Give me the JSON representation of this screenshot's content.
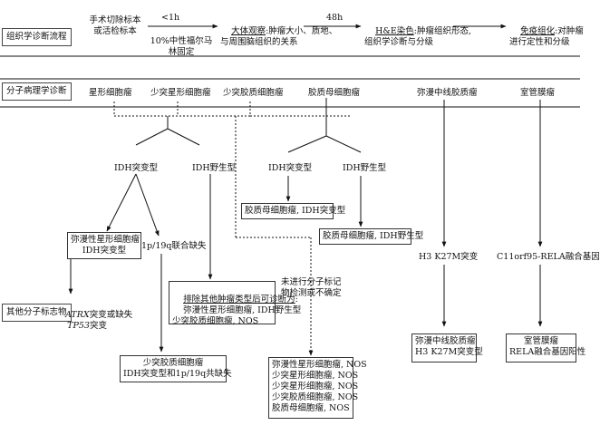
{
  "rows": {
    "histology": "组织学诊断流程",
    "molecular": "分子病理学诊断",
    "other_markers": "其他分子标志物"
  },
  "flow": {
    "step1": "手术切除标本\n或活检标本",
    "arrow1_label": "<1h",
    "fixation": "10%中性福尔马\n林固定",
    "step2_head": "大体观察",
    "step2_body": ":肿瘤大小、质地、\n与周围脑组织的关系",
    "arrow2_label": "48h",
    "step3_head": "H&E染色",
    "step3_body": ":肿瘤组织形态,\n组织学诊断与分级",
    "step4_head": "免疫组化",
    "step4_body": ":对肿瘤\n进行定性和分级"
  },
  "tumors": {
    "astrocytoma": "星形细胞瘤",
    "oligoastro": "少突星形细胞瘤",
    "oligodendro": "少突胶质细胞瘤",
    "glioblastoma": "胶质母细胞瘤",
    "midline": "弥漫中线胶质瘤",
    "ependymoma": "室管膜瘤"
  },
  "branches": {
    "idh_mut_left": "IDH突变型",
    "idh_wt_left": "IDH野生型",
    "idh_mut_right": "IDH突变型",
    "idh_wt_right": "IDH野生型",
    "codeletion": "1p/19q联合缺失",
    "not_tested": "未进行分子标记\n物检测或不确定"
  },
  "results": {
    "diffuse_astro": "弥漫性星形细胞瘤\nIDH突变型",
    "gbm_mut": "胶质母细胞瘤, IDH突变型",
    "gbm_wt": "胶质母细胞瘤, IDH野生型",
    "exclude_head": "排除其他肿瘤类型后可诊断为",
    "exclude_body": "弥漫性星形细胞瘤, IDH野生型\n少突胶质细胞瘤, NOS",
    "oligo_final": "少突胶质细胞瘤\nIDH突变型和1p/19q共缺失",
    "nos_list": "弥漫性星形细胞瘤, NOS\n少突星形细胞瘤, NOS\n少突星形细胞瘤, NOS\n少突胶质细胞瘤, NOS\n胶质母细胞瘤, NOS",
    "h3k27m": "H3 K27M突变",
    "c11orf95": "C11orf95-RELA融合基因",
    "midline_final": "弥漫中线胶质瘤\nH3 K27M突变型",
    "epend_final": "室管膜瘤\nRELA融合基因阳性"
  },
  "markers": {
    "atrx": "ATRX",
    "atrx_rest": "突变或缺失",
    "tp53": "TP53",
    "tp53_rest": "突变"
  }
}
